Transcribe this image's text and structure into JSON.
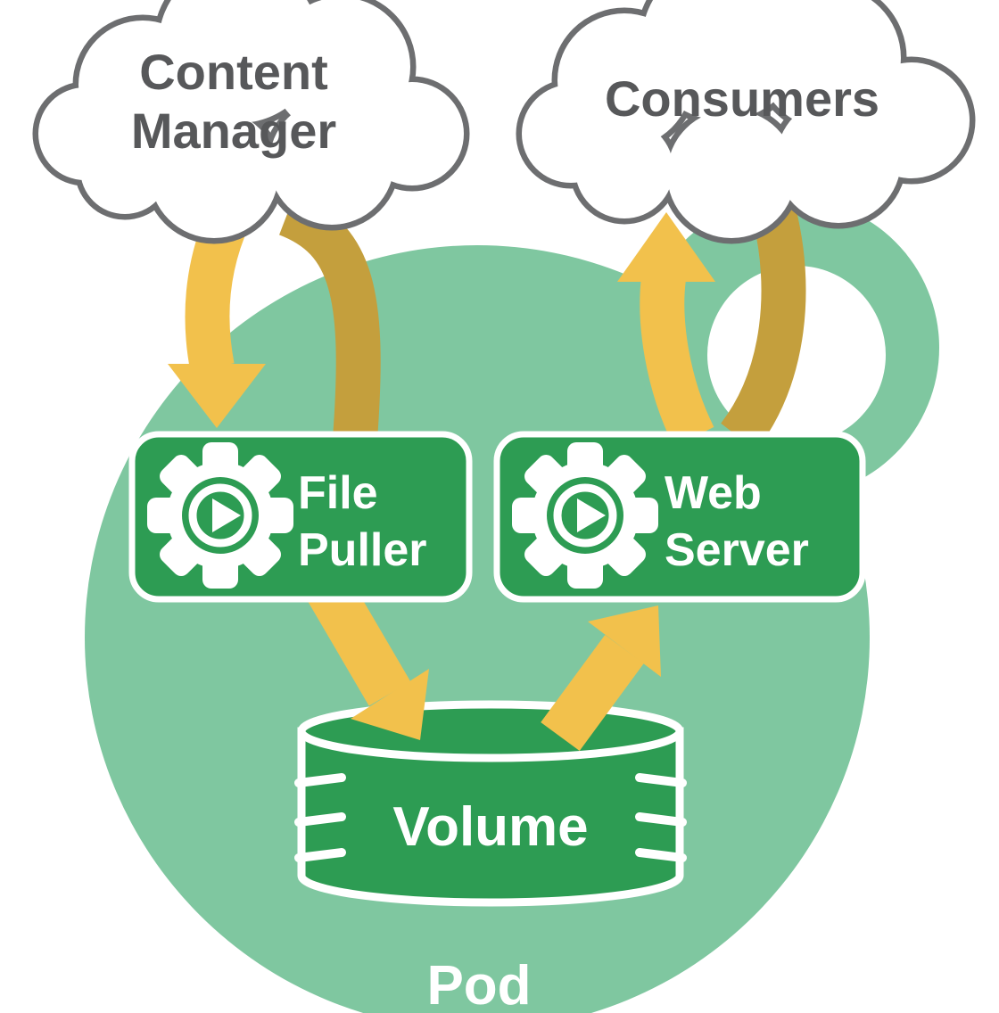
{
  "diagram": {
    "title": "Pod with shared volume diagram",
    "clouds": {
      "content_manager": {
        "line1": "Content",
        "line2": "Manager"
      },
      "consumers": {
        "label": "Consumers"
      }
    },
    "containers": {
      "file_puller": {
        "line1": "File",
        "line2": "Puller"
      },
      "web_server": {
        "line1": "Web",
        "line2": "Server"
      }
    },
    "volume": {
      "label": "Volume"
    },
    "pod": {
      "label": "Pod"
    },
    "icons": {
      "file_puller": "gear-play-icon",
      "web_server": "gear-play-icon"
    },
    "colors": {
      "pod_fill": "#7fc7a0",
      "container_green": "#2d9c53",
      "arrow_yellow": "#f2c14c",
      "arrow_gold": "#c49f3d",
      "cloud_outline": "#6d6e70",
      "cloud_text": "#57585a",
      "white": "#ffffff"
    }
  }
}
